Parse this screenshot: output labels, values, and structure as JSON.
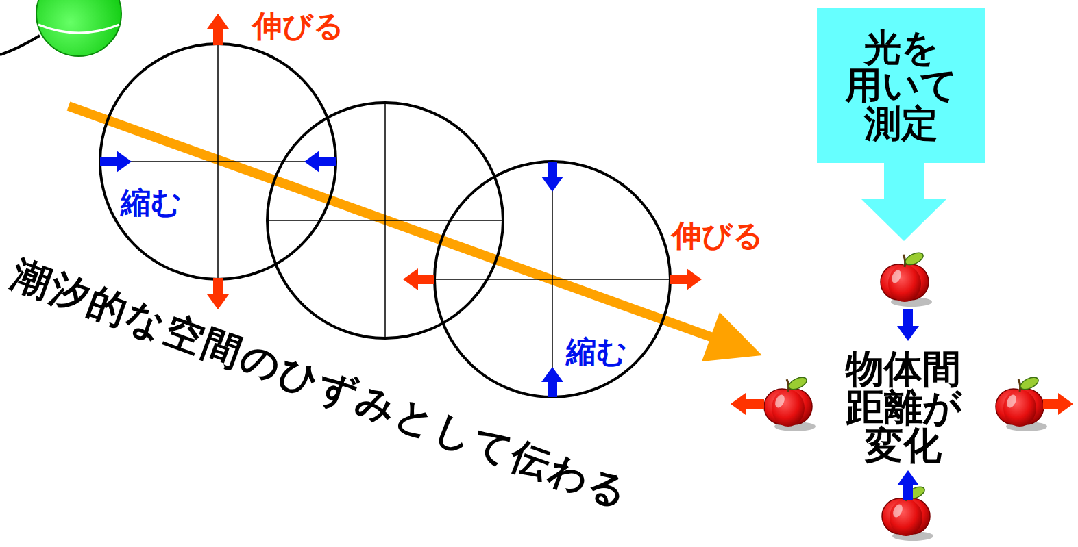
{
  "diagram": {
    "nodes": [
      {
        "text": [
          "光を 用いて 測定"
        ]
      }
    ],
    "labels": [
      "伸びる",
      "縮む",
      "伸びる",
      "縮む",
      "潮汐的な空間のひずみとして伝わる",
      "物体間 距離が 変化"
    ]
  }
}
